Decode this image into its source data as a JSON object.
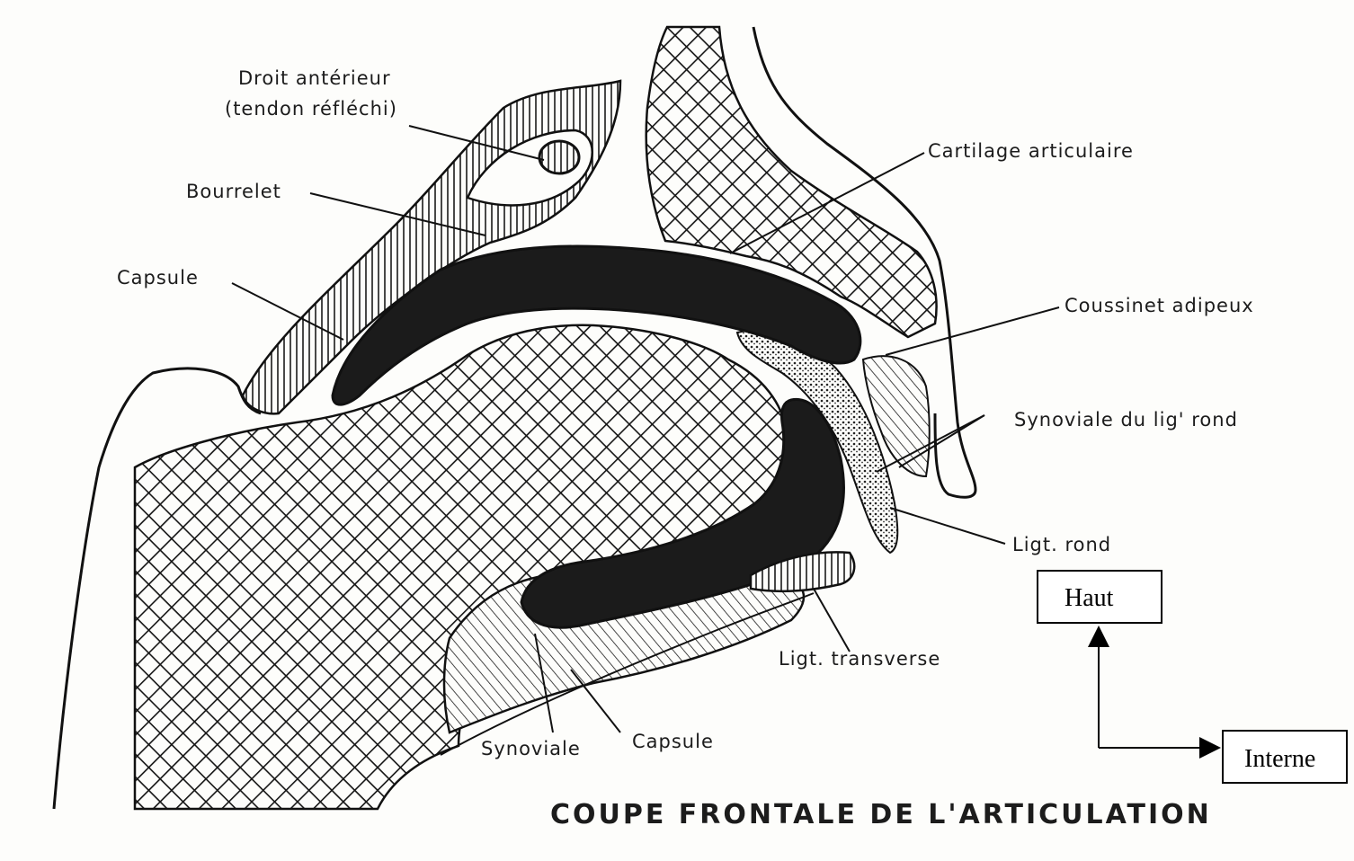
{
  "diagram": {
    "title": "COUPE FRONTALE DE L'ARTICULATION",
    "labels": {
      "droit_anterieur": "Droit antérieur",
      "tendon_reflechi": "(tendon réfléchi)",
      "bourrelet": "Bourrelet",
      "capsule_top": "Capsule",
      "cartilage": "Cartilage articulaire",
      "coussinet": "Coussinet adipeux",
      "synoviale_lig": "Synoviale du lig' rond",
      "ligt_rond": "Ligt. rond",
      "ligt_transverse": "Ligt. transverse",
      "synoviale": "Synoviale",
      "capsule_bottom": "Capsule"
    },
    "orientation": {
      "up": "Haut",
      "internal": "Interne"
    }
  }
}
